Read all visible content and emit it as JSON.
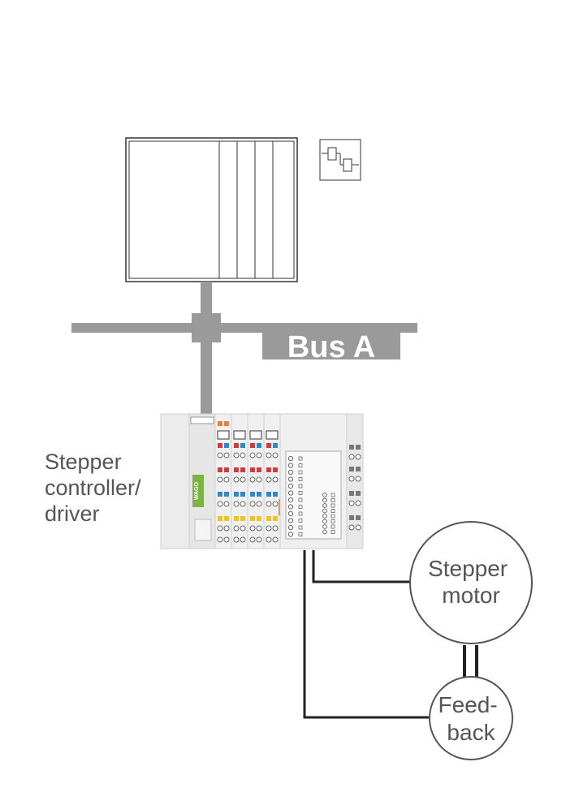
{
  "bus": {
    "label": "Bus A"
  },
  "controller": {
    "label_lines": [
      "Stepper",
      "controller/",
      "driver"
    ],
    "logo_text": "WAGO"
  },
  "motor": {
    "label_lines": [
      "Stepper",
      "motor"
    ]
  },
  "feedback": {
    "label_lines": [
      "Feed-",
      "back"
    ]
  },
  "colors": {
    "bus_gray": "#9a9a9a",
    "label_gray": "#555555",
    "red": "#d33a3a",
    "blue": "#2f88c8",
    "yellow": "#f0c419",
    "orange": "#e8803a",
    "logo_green": "#7cb342"
  }
}
